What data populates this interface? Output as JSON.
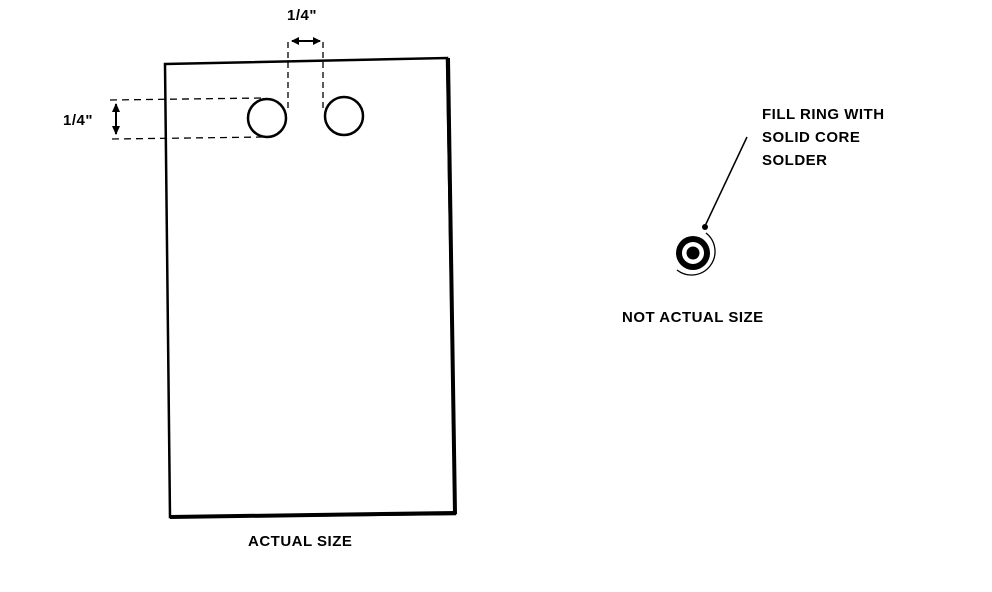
{
  "diagram": {
    "board": {
      "caption": "ACTUAL SIZE",
      "horizontal_dimension": "1/4\"",
      "vertical_dimension": "1/4\""
    },
    "detail": {
      "caption": "NOT ACTUAL SIZE",
      "callout_lines": [
        "FILL RING WITH",
        "SOLID CORE",
        "SOLDER"
      ]
    },
    "colors": {
      "ink": "#000000",
      "paper": "#ffffff"
    }
  }
}
